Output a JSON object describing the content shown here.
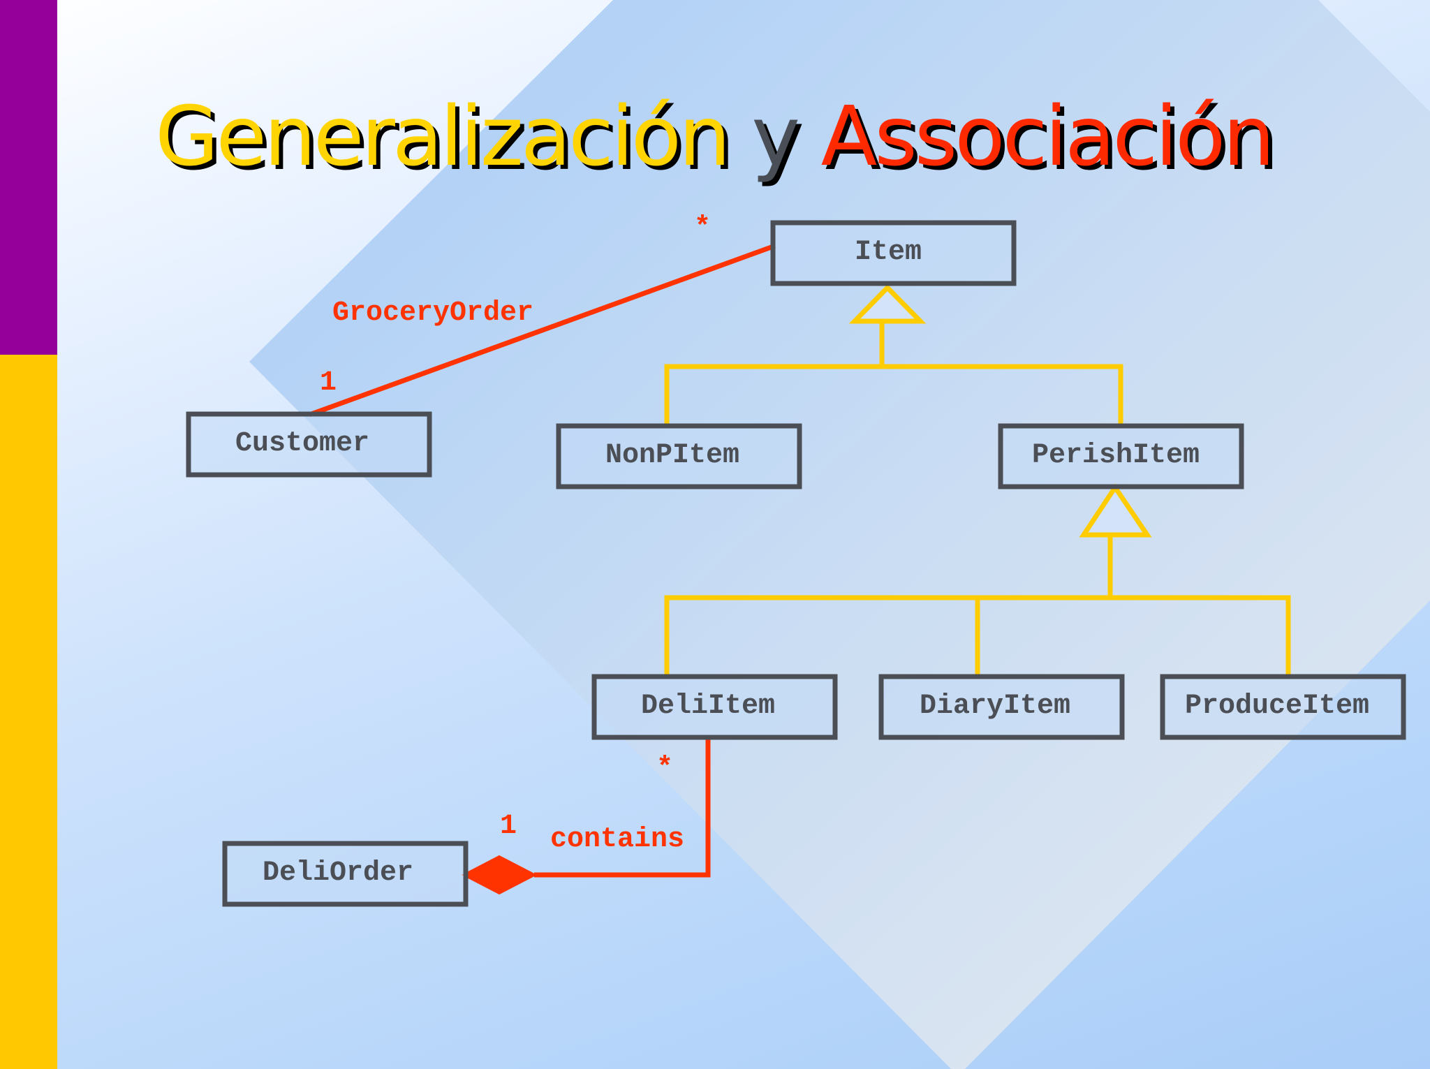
{
  "slide": {
    "title_part1": "Generalización",
    "title_part2": "y",
    "title_part3": "Associación",
    "colors": {
      "title_part1": "#ffd400",
      "title_part2": "#4a4f57",
      "title_part3": "#ff2a00",
      "sidebar_top": "#96009a",
      "sidebar_bottom": "#ffc800",
      "class_border": "#4b4f55",
      "generalization": "#ffcc00",
      "association": "#ff3300"
    }
  },
  "diagram": {
    "classes": {
      "item": "Item",
      "customer": "Customer",
      "nonpitem": "NonPItem",
      "perishitem": "PerishItem",
      "deliitem": "DeliItem",
      "diaryitem": "DiaryItem",
      "produceitem": "ProduceItem",
      "deliorder": "DeliOrder"
    },
    "associations": {
      "grocery_order": {
        "label": "GroceryOrder",
        "mult_customer": "1",
        "mult_item": "*"
      },
      "contains": {
        "label": "contains",
        "mult_deliorder": "1",
        "mult_deliitem": "*"
      }
    }
  }
}
